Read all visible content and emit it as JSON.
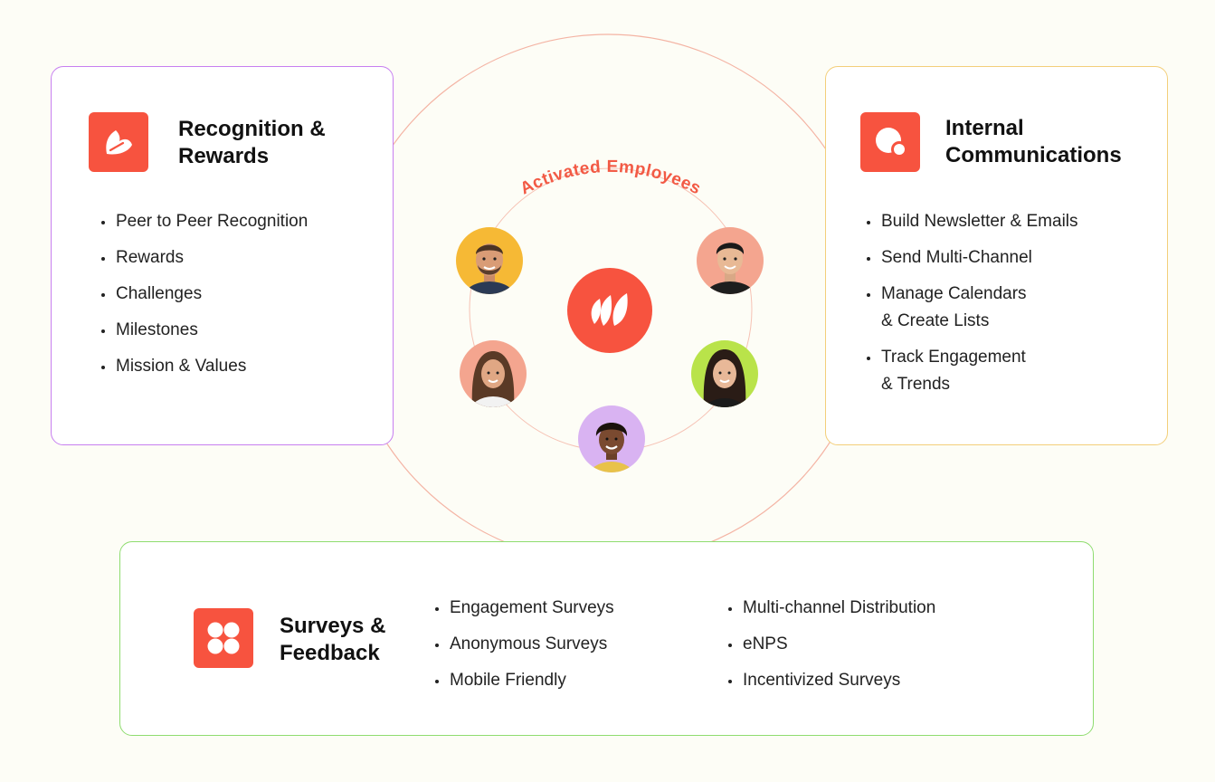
{
  "center": {
    "label": "Activated Employees"
  },
  "cards": {
    "recognition": {
      "title": "Recognition &\nRewards",
      "items": [
        "Peer to Peer Recognition",
        "Rewards",
        "Challenges",
        "Milestones",
        "Mission & Values"
      ]
    },
    "internal": {
      "title": "Internal\nCommunications",
      "items": [
        "Build Newsletter & Emails",
        "Send Multi-Channel",
        "Manage Calendars\n& Create Lists",
        "Track Engagement\n& Trends"
      ]
    },
    "surveys": {
      "title": "Surveys &\nFeedback",
      "items_left": [
        "Engagement Surveys",
        "Anonymous Surveys",
        "Mobile Friendly"
      ],
      "items_right": [
        "Multi-channel Distribution",
        "eNPS",
        "Incentivized Surveys"
      ]
    }
  },
  "colors": {
    "accent": "#f7533f",
    "recognition_border": "#c77ff0",
    "internal_border": "#f3cf7a",
    "surveys_border": "#8fdc6f",
    "background": "#fdfdf6"
  },
  "avatars": [
    {
      "name": "smiling-man-beard",
      "bg": "#f6b935"
    },
    {
      "name": "smiling-man-short-hair",
      "bg": "#f4a58f"
    },
    {
      "name": "smiling-woman-brown-hair",
      "bg": "#f4a58f"
    },
    {
      "name": "smiling-woman-dark-hair",
      "bg": "#b9e34a"
    },
    {
      "name": "smiling-woman-curly-hair",
      "bg": "#d9b3f2"
    }
  ]
}
